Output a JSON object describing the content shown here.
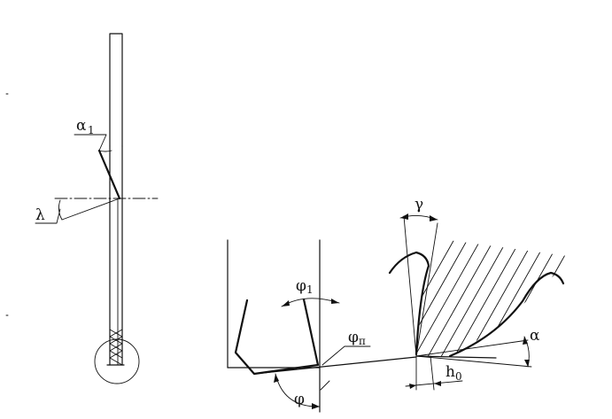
{
  "labels": {
    "alpha1": {
      "symbol": "α",
      "subscript": "1"
    },
    "lambda": {
      "symbol": "λ"
    },
    "gamma": {
      "symbol": "γ"
    },
    "phi1": {
      "symbol": "φ",
      "subscript": "1"
    },
    "phi_p": {
      "symbol": "φ",
      "subscript": "п"
    },
    "phi": {
      "symbol": "φ"
    },
    "alpha": {
      "symbol": "α"
    },
    "h0": {
      "symbol": "h",
      "subscript": "0"
    }
  },
  "colors": {
    "ink": "#111111",
    "background": "#ffffff"
  }
}
